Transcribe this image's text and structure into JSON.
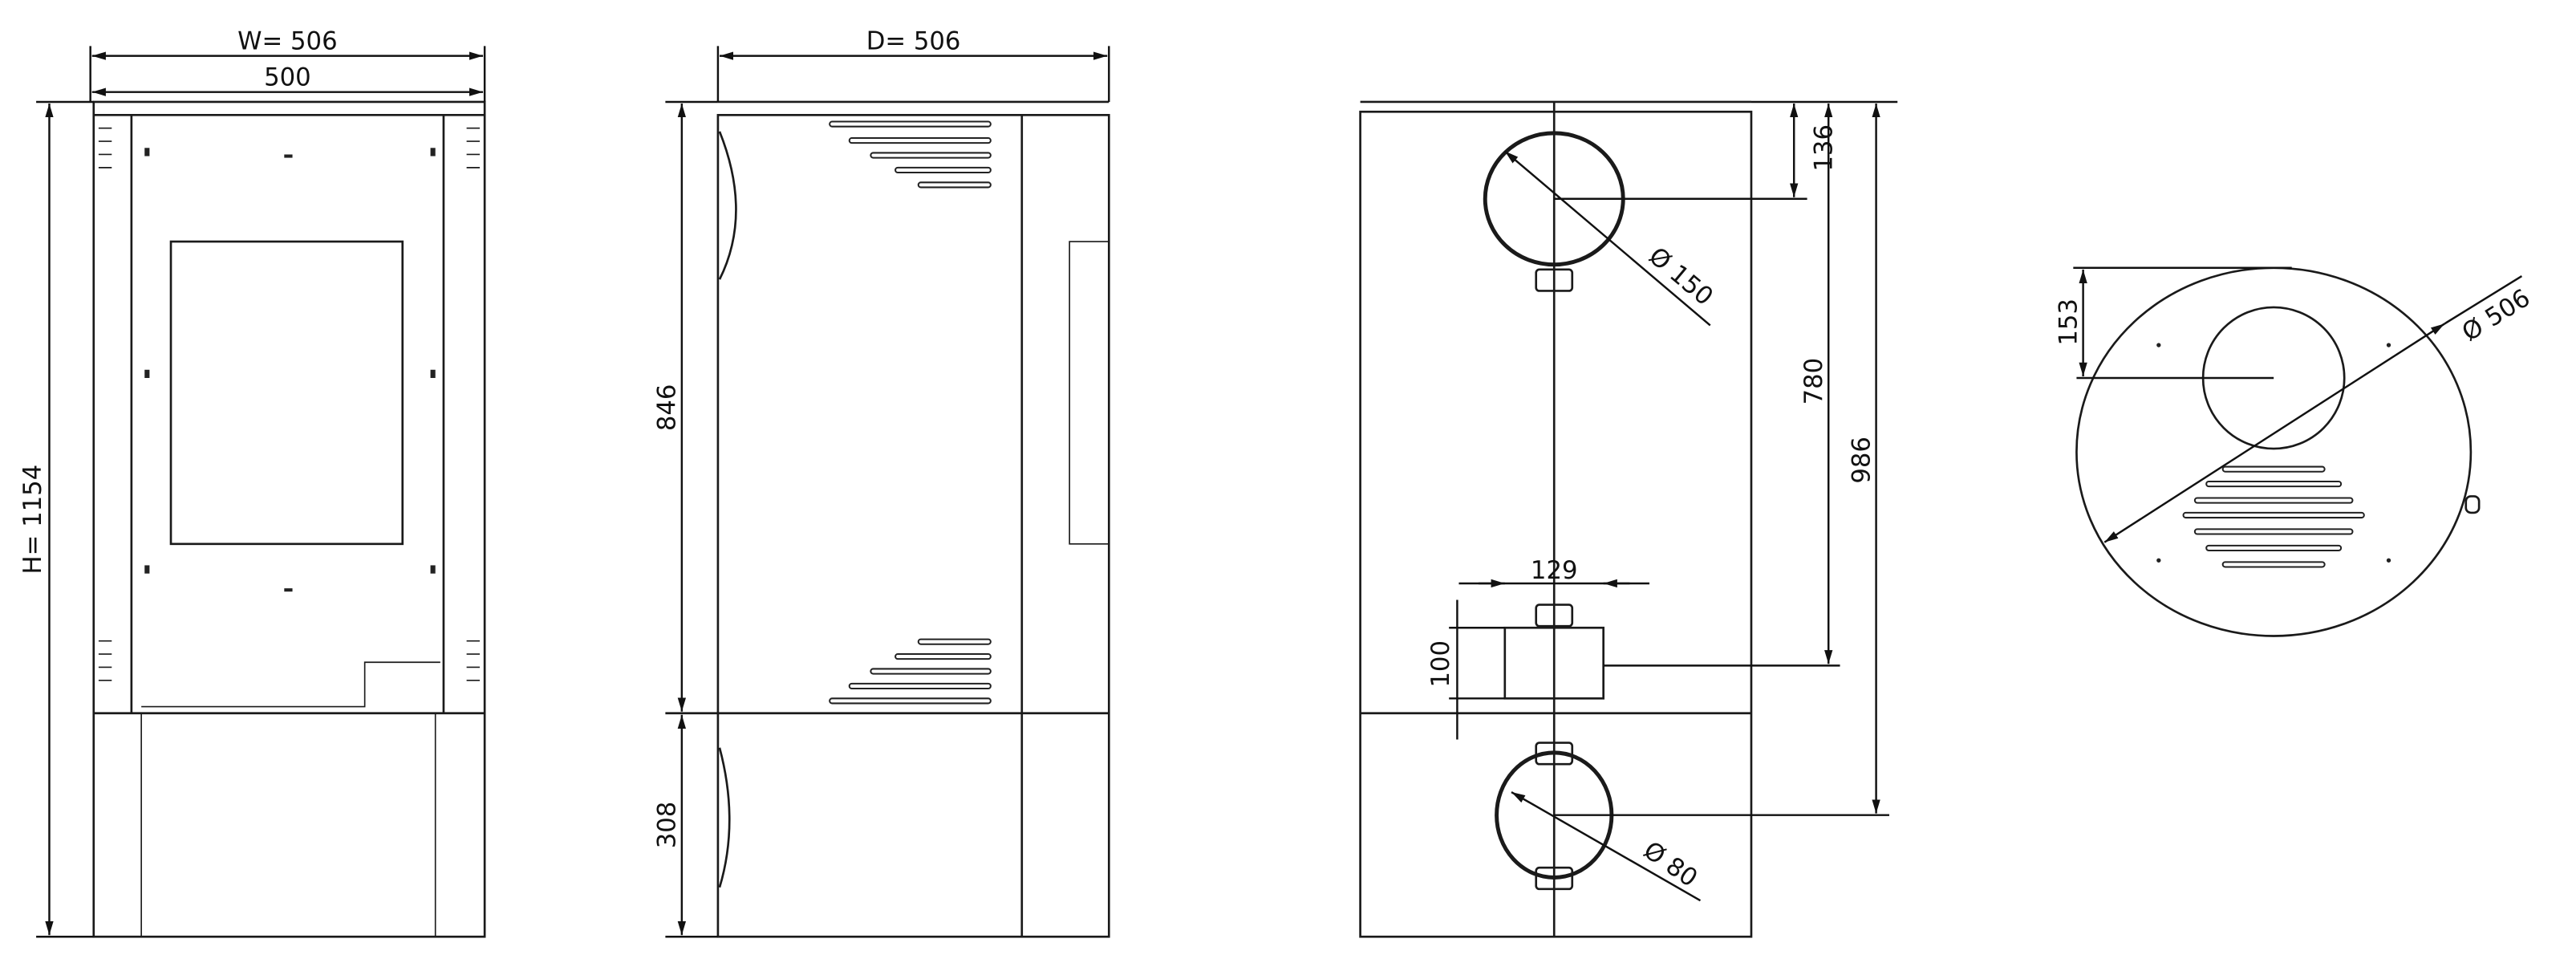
{
  "front_view": {
    "width_label": "W=  506",
    "inner_width_label": "500",
    "height_label": "H=  1154"
  },
  "side_view": {
    "depth_label": "D=  506",
    "upper_height_label": "846",
    "base_height_label": "308"
  },
  "rear_view": {
    "flue_diameter_label": "Ø 150",
    "flue_offset_label": "136",
    "air_inlet_width_label": "129",
    "air_inlet_height_label": "100",
    "air_inlet_height_pos_label": "780",
    "lower_outlet_height_label": "986",
    "lower_outlet_diameter_label": "Ø 80"
  },
  "top_view": {
    "flue_offset_label": "153",
    "diameter_label": "Ø 506"
  }
}
